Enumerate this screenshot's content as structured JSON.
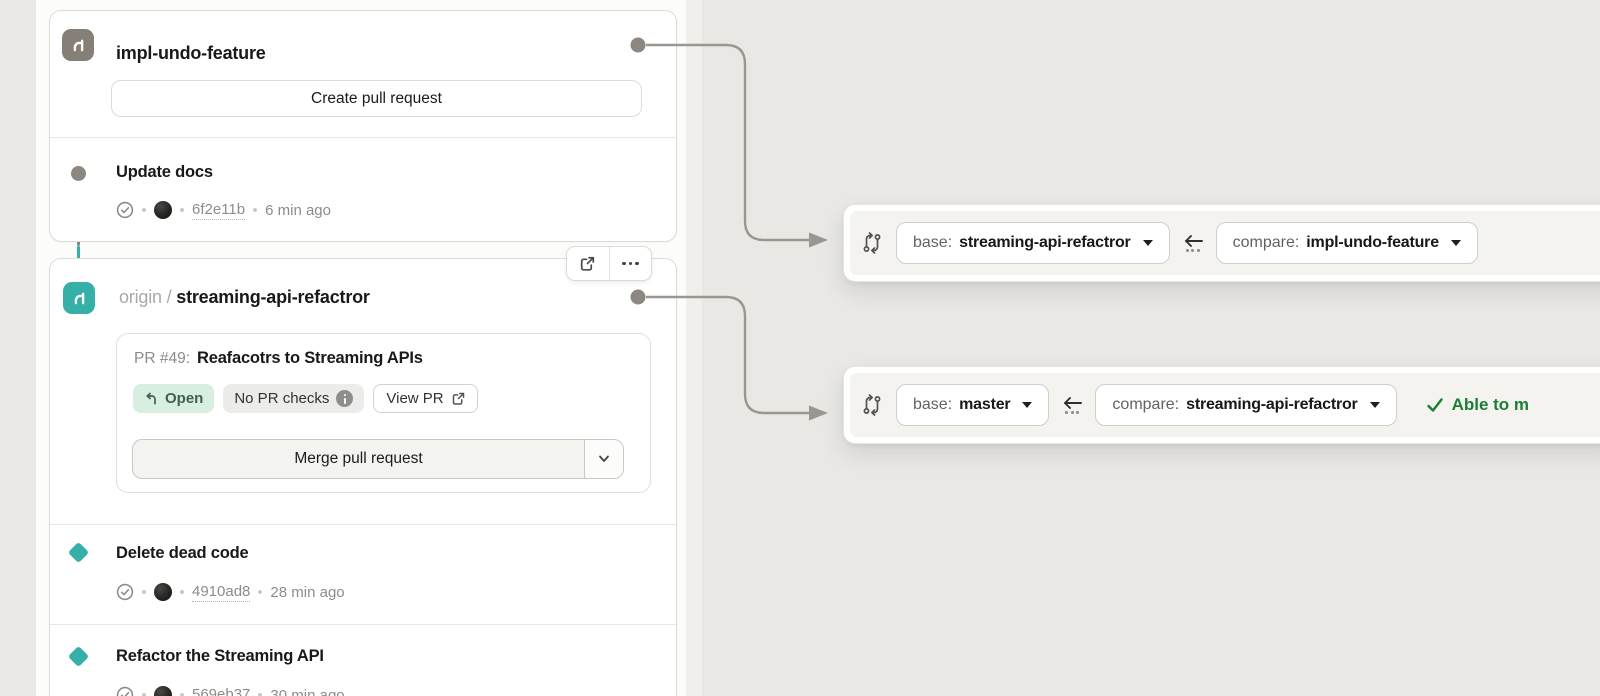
{
  "colors": {
    "background": "#e9e8e5",
    "accent_teal": "#35afa8",
    "branch_icon_gray": "#867f78",
    "open_badge_bg": "#d7eee0",
    "open_badge_text": "#42604f",
    "success_green": "#1a7f37",
    "connector_gray": "#9a9792"
  },
  "icons": {
    "branch-icon": "git-branch glyph (white stroke)",
    "check-circle-icon": "circled checkmark",
    "avatar": "dark round user photo",
    "info-icon": "filled gray circle with i",
    "external-link-icon": "box with arrow to top-right",
    "ellipsis-icon": "three dots",
    "chevron-down-icon": "v chevron",
    "dropdown-caret-icon": "filled down triangle",
    "swap-left-arrow-icon": "left arrow with dots below",
    "git-compare-icon": "two curved arrows with dots",
    "pull-request-icon": "hooked arrow pointing left",
    "success-check-icon": "green checkmark"
  },
  "lane": {
    "branch_card": {
      "title": "impl-undo-feature",
      "create_pr_label": "Create pull request",
      "commit": {
        "title": "Update docs",
        "hash": "6f2e11b",
        "time": "6 min ago"
      }
    },
    "remote_card": {
      "remote": "origin",
      "separator": "/",
      "branch": "streaming-api-refactror",
      "pr": {
        "label": "PR #49:",
        "title": "Reafacotrs to Streaming APIs",
        "status_badge": "Open",
        "checks_badge": "No PR checks",
        "view_pr_label": "View PR",
        "merge_label": "Merge pull request"
      },
      "commits": [
        {
          "title": "Delete dead code",
          "hash": "4910ad8",
          "time": "28 min ago"
        },
        {
          "title": "Refactor the Streaming API",
          "hash": "569eb37",
          "time": "30 min ago"
        }
      ]
    }
  },
  "compare_bars": [
    {
      "base_label": "base:",
      "base_value": "streaming-api-refactror",
      "compare_label": "compare:",
      "compare_value": "impl-undo-feature",
      "status": ""
    },
    {
      "base_label": "base:",
      "base_value": "master",
      "compare_label": "compare:",
      "compare_value": "streaming-api-refactror",
      "status": "Able to m"
    }
  ]
}
